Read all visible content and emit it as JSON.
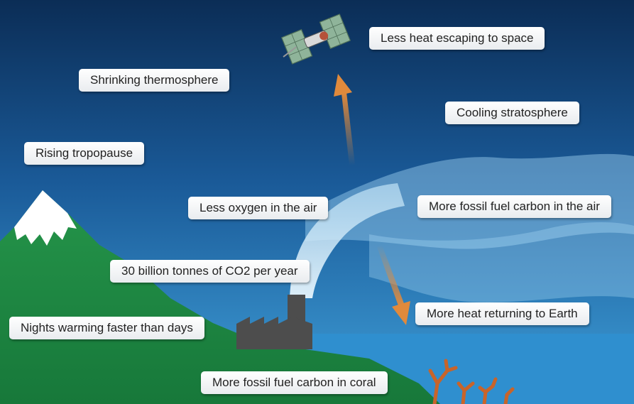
{
  "labels": {
    "less_heat_space": "Less heat escaping to space",
    "shrinking_thermosphere": "Shrinking thermosphere",
    "cooling_stratosphere": "Cooling stratosphere",
    "rising_tropopause": "Rising tropopause",
    "less_oxygen": "Less oxygen in the air",
    "fossil_carbon_air": "More fossil fuel carbon in the air",
    "co2_per_year": "30 billion tonnes of CO2 per year",
    "heat_returning": "More heat returning to Earth",
    "nights_warming": "Nights warming faster than days",
    "fossil_carbon_coral": "More fossil fuel carbon in coral"
  },
  "colors": {
    "sky_top": "#0b2d56",
    "sky_bottom": "#3f9fd8",
    "land": "#1f8a3c",
    "snow": "#ffffff",
    "arrow": "#e08a3c",
    "factory": "#4d4d4d",
    "coral": "#c8642a",
    "haze": "#9fd3f2"
  },
  "icons": [
    "satellite-icon",
    "factory-icon",
    "coral-icon"
  ]
}
